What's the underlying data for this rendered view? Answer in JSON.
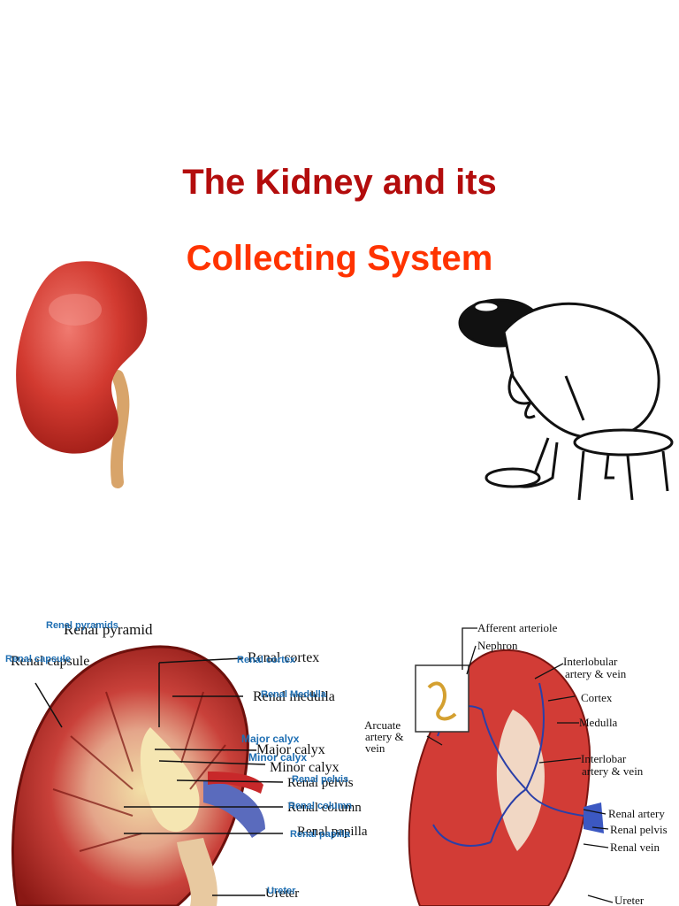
{
  "slide": {
    "title_line1": "The Kidney and its",
    "title_line2": "Collecting System",
    "colors": {
      "title_dark_red": "#b30c0c",
      "title_orange_red": "#ff3300",
      "overlay_blue": "#1f6fb3"
    }
  },
  "left_diagram": {
    "printed_labels": {
      "renal_pyramid": "Renal pyramid",
      "renal_capsule": "Renal capsule",
      "renal_cortex": "Renal cortex",
      "renal_medulla": "Renal medulla",
      "major_calyx": "Major calyx",
      "minor_calyx": "Minor calyx",
      "renal_pelvis": "Renal pelvis",
      "renal_column": "Renal column",
      "renal_papilla": "Renal papilla",
      "ureter": "Ureter"
    },
    "overlay_labels": {
      "renal_pyramids": "Renal pyramids",
      "renal_capsule": "Renal capsule",
      "renal_cortex": "Renal cortex",
      "renal_medulla": "Renal Medulla",
      "major_calyx": "Major calyx",
      "minor_calyx": "Minor calyx",
      "renal_pelvis": "Renal pelvis",
      "renal_column": "Renal column",
      "renal_papilla": "Renal papilla",
      "ureter": "Ureter"
    }
  },
  "right_diagram": {
    "labels": {
      "afferent_arteriole": "Afferent arteriole",
      "nephron": "Nephron",
      "interlobular_1": "Interlobular",
      "interlobular_2": "artery & vein",
      "cortex": "Cortex",
      "medulla": "Medulla",
      "arcuate_1": "Arcuate",
      "arcuate_2": "artery &",
      "arcuate_3": "vein",
      "interlobar_1": "Interlobar",
      "interlobar_2": "artery & vein",
      "renal_artery": "Renal artery",
      "renal_pelvis": "Renal pelvis",
      "renal_vein": "Renal vein",
      "ureter": "Ureter"
    }
  }
}
